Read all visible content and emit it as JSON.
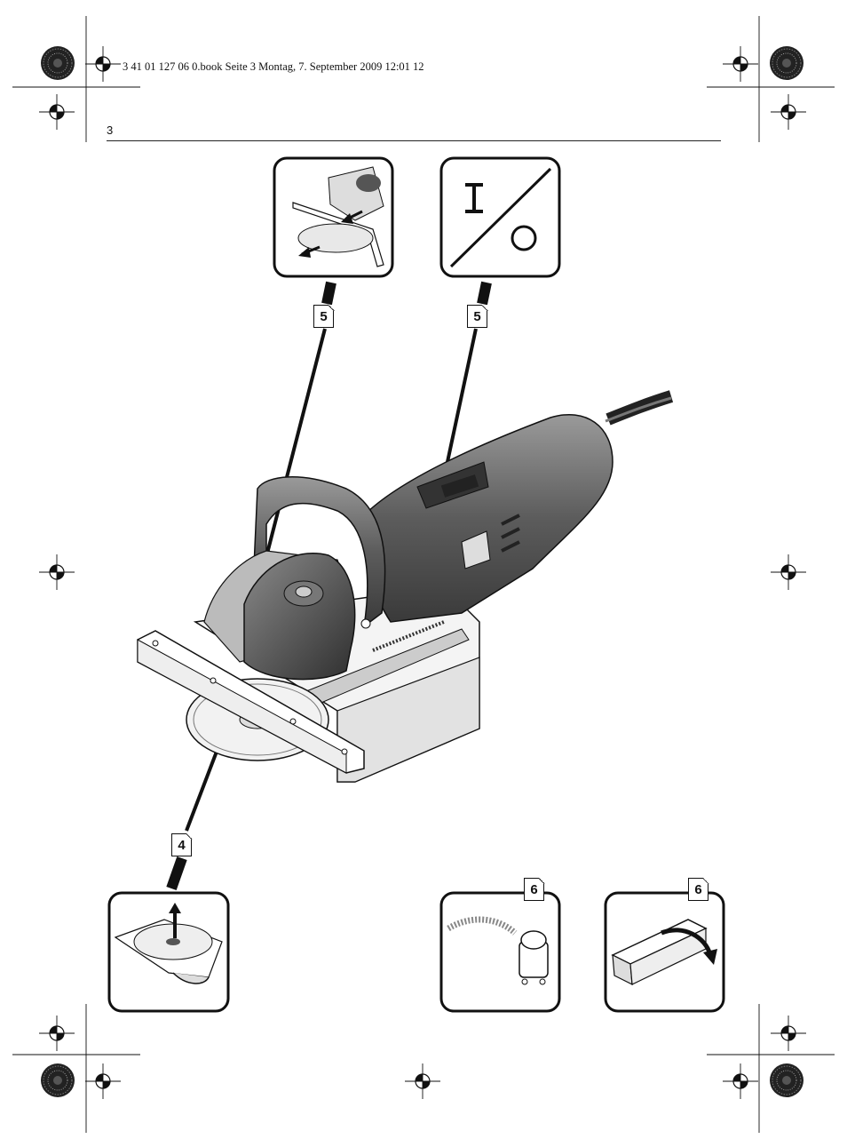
{
  "header": {
    "print_info": "3 41 01 127 06 0.book  Seite 3  Montag, 7. September 2009  12:01 12",
    "page_number": "3"
  },
  "illustration": {
    "switch_icon": {
      "on_symbol": "I",
      "off_symbol": "O"
    },
    "references": {
      "guard_panel": "5",
      "switch_panel": "5",
      "disc_panel": "4",
      "vacuum_panel": "6",
      "workpiece_panel": "6"
    }
  },
  "icons": [
    "registration-mark-icon",
    "color-wheel-icon",
    "switch-on-off-icon",
    "vacuum-cleaner-icon",
    "rotate-arrow-icon"
  ],
  "colors": {
    "ink": "#111111",
    "tool_grey": "#6b6b6b",
    "paper": "#ffffff"
  }
}
